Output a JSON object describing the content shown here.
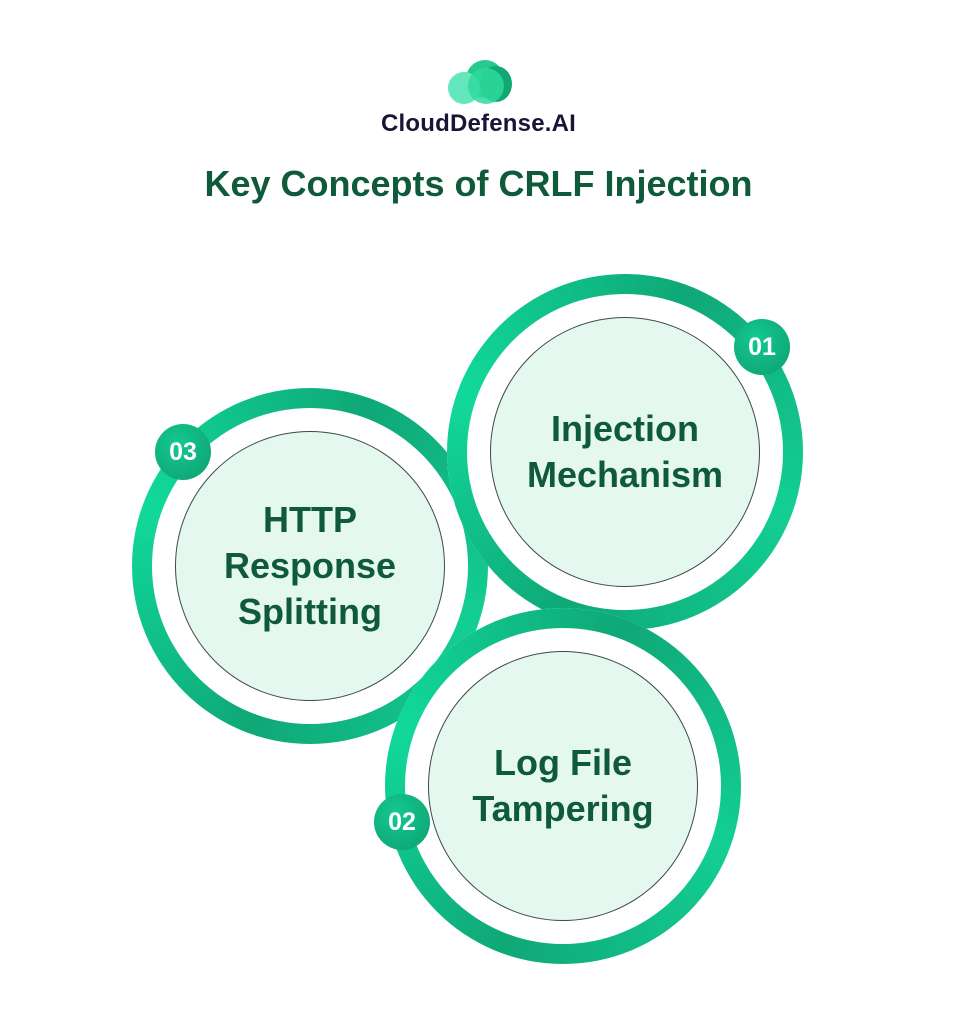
{
  "brand": {
    "name": "CloudDefense.AI",
    "logo": "cloud-logo-icon"
  },
  "title": "Key Concepts of CRLF Injection",
  "concepts": [
    {
      "number": "01",
      "line1": "Injection",
      "line2": "Mechanism"
    },
    {
      "number": "02",
      "line1": "Log File",
      "line2": "Tampering"
    },
    {
      "number": "03",
      "line1": "HTTP",
      "line2": "Response",
      "line3": "Splitting"
    }
  ],
  "colors": {
    "accent": "#17c98e",
    "title": "#0e5a3b",
    "brand": "#1b1436",
    "inner": "#e4f8f0"
  }
}
